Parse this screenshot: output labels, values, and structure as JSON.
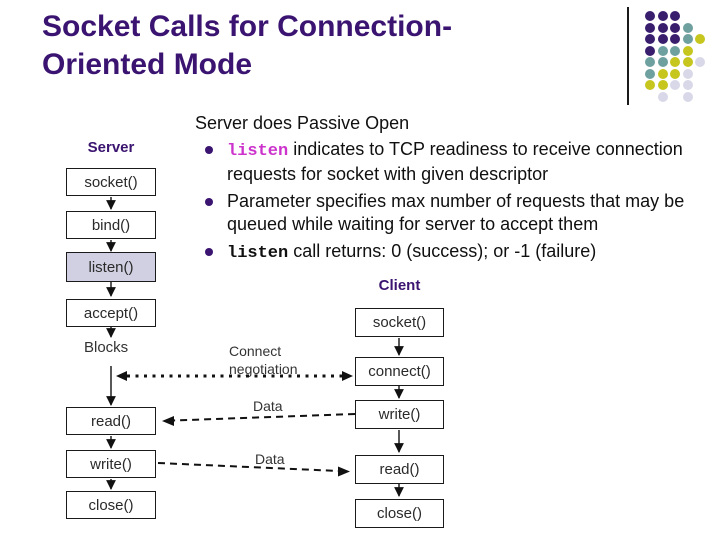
{
  "title": {
    "line1": "Socket Calls for Connection-",
    "line2": "Oriented Mode"
  },
  "colors": {
    "title_purple": "#3A1470",
    "code_magenta": "#CC33CC",
    "listen_box_fill": "#D0D0E2",
    "annotation_gray": "#333333"
  },
  "decoration": {
    "rows": [
      "PPP..",
      "PPPT.",
      "PPPTY",
      "PTTY.",
      "TTYYG",
      "TYYG.",
      "YYGG.",
      ".G.G."
    ],
    "palette": {
      "P": "#3A1E6E",
      "T": "#6FA0A0",
      "Y": "#C6C61E",
      "G": "#D8D8E8"
    }
  },
  "content": {
    "intro": "Server does Passive Open",
    "bullets": [
      {
        "code": "listen",
        "text": " indicates to TCP readiness to receive connection requests for socket with given descriptor"
      },
      {
        "code": "",
        "text": "Parameter specifies max number of requests that may be queued while waiting for server to accept them"
      },
      {
        "code": "listen",
        "text": " call returns: 0 (success); or -1 (failure)"
      }
    ]
  },
  "diagram": {
    "server_label": "Server",
    "client_label": "Client",
    "blocks_label": "Blocks",
    "server_boxes": [
      "socket()",
      "bind()",
      "listen()",
      "accept()",
      "read()",
      "write()",
      "close()"
    ],
    "client_boxes": [
      "socket()",
      "connect()",
      "write()",
      "read()",
      "close()"
    ],
    "annotations": {
      "connect_line1": "Connect",
      "connect_line2": "negotiation",
      "data_top": "Data",
      "data_bottom": "Data"
    }
  }
}
